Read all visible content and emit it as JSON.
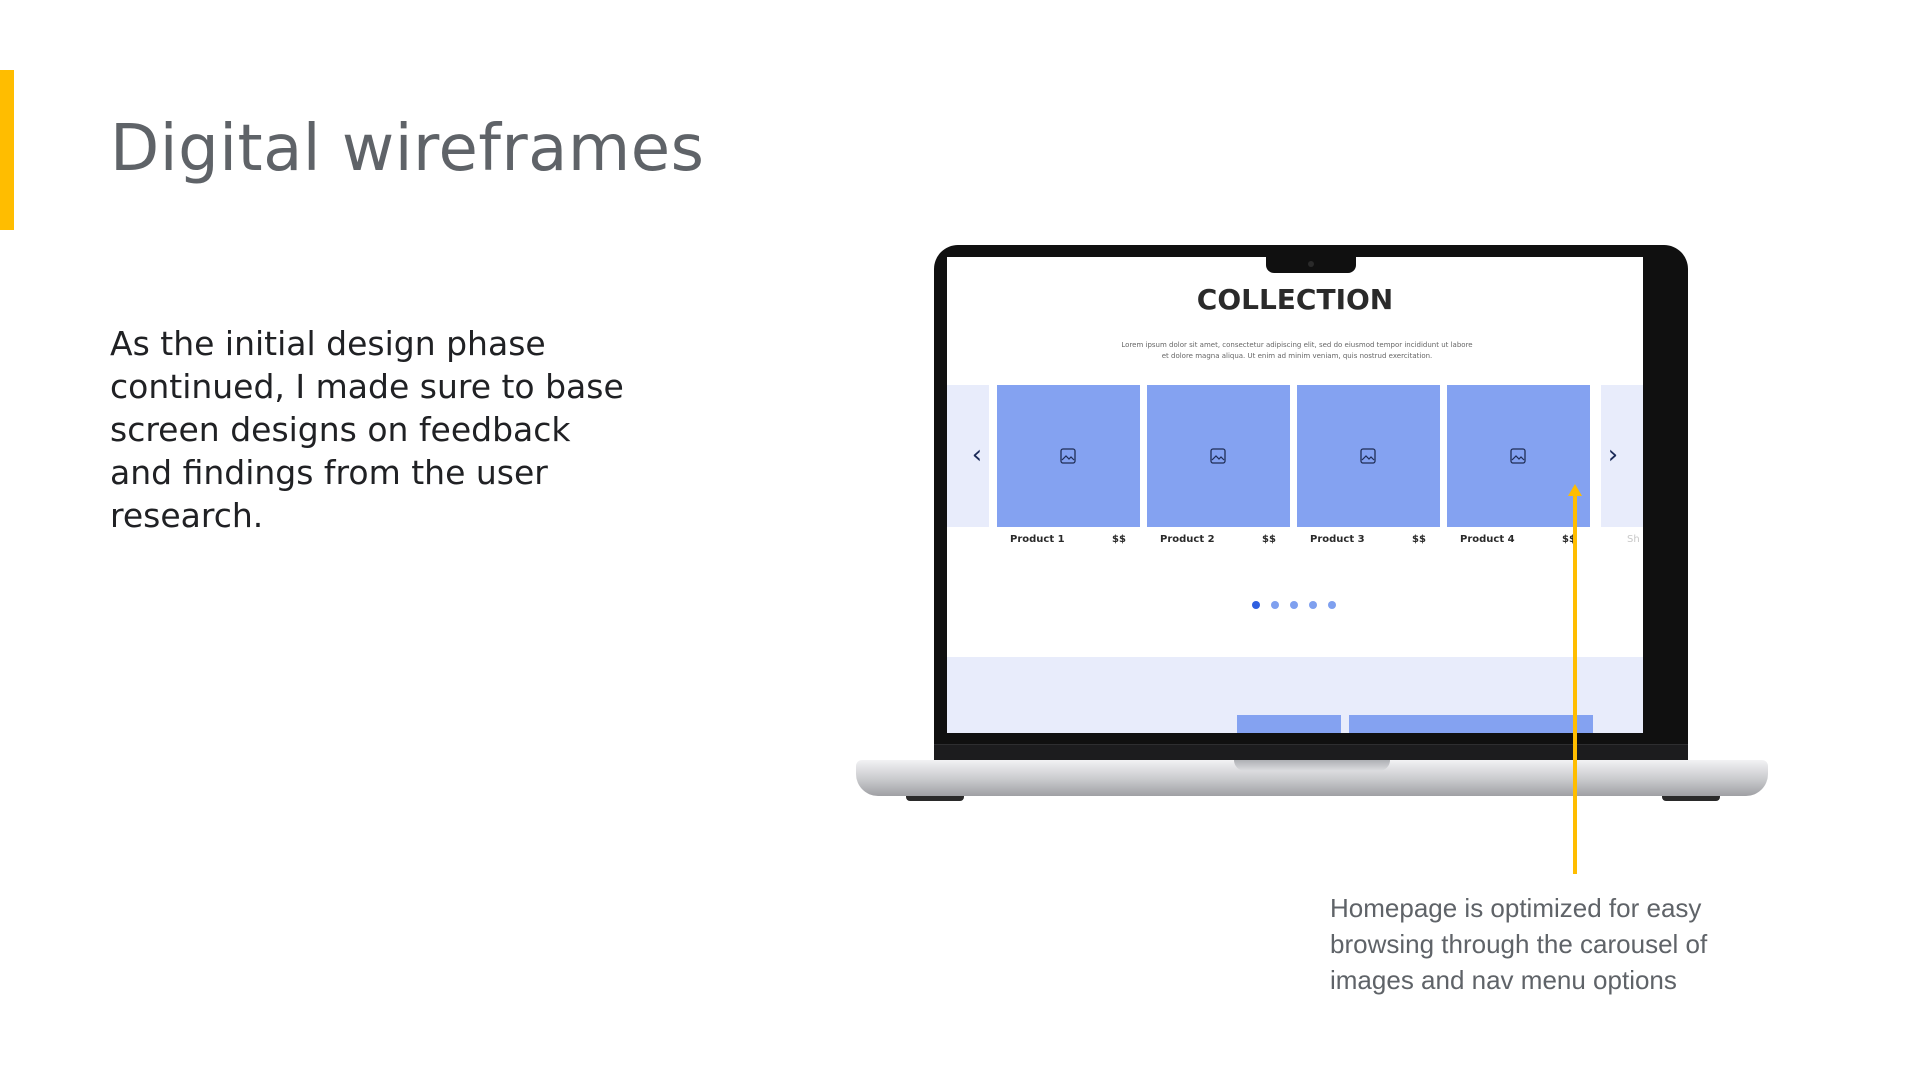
{
  "slide": {
    "title": "Digital wireframes",
    "body": "As the initial design phase continued, I made sure to base screen designs on feedback and findings from the user research.",
    "annotation": "Homepage is optimized for easy browsing through the carousel of images and nav menu options",
    "accent_color": "#FFBD00"
  },
  "wireframe": {
    "title": "COLLECTION",
    "description": "Lorem ipsum dolor sit amet, consectetur adipiscing elit, sed do eiusmod tempor incididunt ut labore et dolore magna aliqua. Ut enim ad minim veniam, quis nostrud exercitation.",
    "prev_arrow": "‹",
    "next_arrow": "›",
    "card_color": "#84a2f1",
    "panel_color": "#e8ecfb",
    "products": [
      {
        "name": "Product 1",
        "price": "$$"
      },
      {
        "name": "Product 2",
        "price": "$$"
      },
      {
        "name": "Product 3",
        "price": "$$"
      },
      {
        "name": "Product 4",
        "price": "$$"
      }
    ],
    "faded_label": "Sh",
    "carousel_dots": 5,
    "active_dot": 1,
    "icons": {
      "card": "image-placeholder-icon",
      "prev": "chevron-left-icon",
      "next": "chevron-right-icon"
    }
  }
}
